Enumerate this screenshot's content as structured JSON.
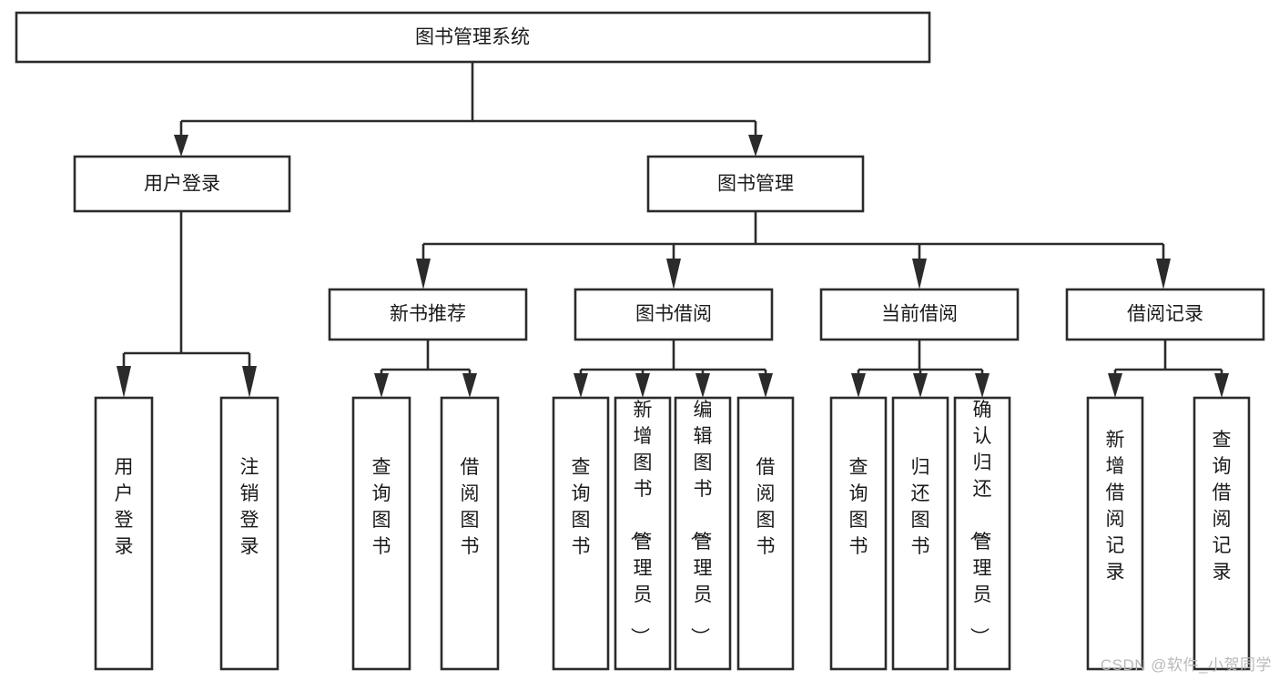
{
  "diagram": {
    "type": "tree-hierarchy-chart",
    "title": "图书管理系统",
    "orientation": "top-down",
    "colors": {
      "box_fill": "#ffffff",
      "box_stroke": "#2b2b2b",
      "text": "#1a1a1a",
      "background": "#ffffff",
      "watermark": "#b9b9b9"
    },
    "root": {
      "id": "root",
      "label": "图书管理系统",
      "text_orientation": "horizontal"
    },
    "level2": [
      {
        "id": "user-login",
        "label": "用户登录",
        "text_orientation": "horizontal"
      },
      {
        "id": "book-manage",
        "label": "图书管理",
        "text_orientation": "horizontal"
      }
    ],
    "level3": [
      {
        "id": "new-book-recommend",
        "label": "新书推荐",
        "text_orientation": "horizontal",
        "parent": "book-manage"
      },
      {
        "id": "book-borrow",
        "label": "图书借阅",
        "text_orientation": "horizontal",
        "parent": "book-manage"
      },
      {
        "id": "current-borrow",
        "label": "当前借阅",
        "text_orientation": "horizontal",
        "parent": "book-manage"
      },
      {
        "id": "borrow-record",
        "label": "借阅记录",
        "text_orientation": "horizontal",
        "parent": "book-manage"
      }
    ],
    "leaves": [
      {
        "id": "leaf-user-login",
        "label": "用户登录",
        "parent": "user-login",
        "text_orientation": "vertical"
      },
      {
        "id": "leaf-user-logout",
        "label": "注销登录",
        "parent": "user-login",
        "text_orientation": "vertical"
      },
      {
        "id": "leaf-query-book-1",
        "label": "查询图书",
        "parent": "new-book-recommend",
        "text_orientation": "vertical"
      },
      {
        "id": "leaf-borrow-book-1",
        "label": "借阅图书",
        "parent": "new-book-recommend",
        "text_orientation": "vertical"
      },
      {
        "id": "leaf-query-book-2",
        "label": "查询图书",
        "parent": "book-borrow",
        "text_orientation": "vertical"
      },
      {
        "id": "leaf-add-book",
        "label": "新增图书（管理员）",
        "parent": "book-borrow",
        "text_orientation": "vertical"
      },
      {
        "id": "leaf-edit-book",
        "label": "编辑图书（管理员）",
        "parent": "book-borrow",
        "text_orientation": "vertical"
      },
      {
        "id": "leaf-borrow-book-2",
        "label": "借阅图书",
        "parent": "book-borrow",
        "text_orientation": "vertical"
      },
      {
        "id": "leaf-query-book-3",
        "label": "查询图书",
        "parent": "current-borrow",
        "text_orientation": "vertical"
      },
      {
        "id": "leaf-return-book",
        "label": "归还图书",
        "parent": "current-borrow",
        "text_orientation": "vertical"
      },
      {
        "id": "leaf-confirm-return",
        "label": "确认归还（管理员）",
        "parent": "current-borrow",
        "text_orientation": "vertical"
      },
      {
        "id": "leaf-add-record",
        "label": "新增借阅记录",
        "parent": "borrow-record",
        "text_orientation": "vertical"
      },
      {
        "id": "leaf-query-record",
        "label": "查询借阅记录",
        "parent": "borrow-record",
        "text_orientation": "vertical"
      }
    ]
  },
  "watermark": {
    "text": "CSDN @软件_小贺同学"
  }
}
